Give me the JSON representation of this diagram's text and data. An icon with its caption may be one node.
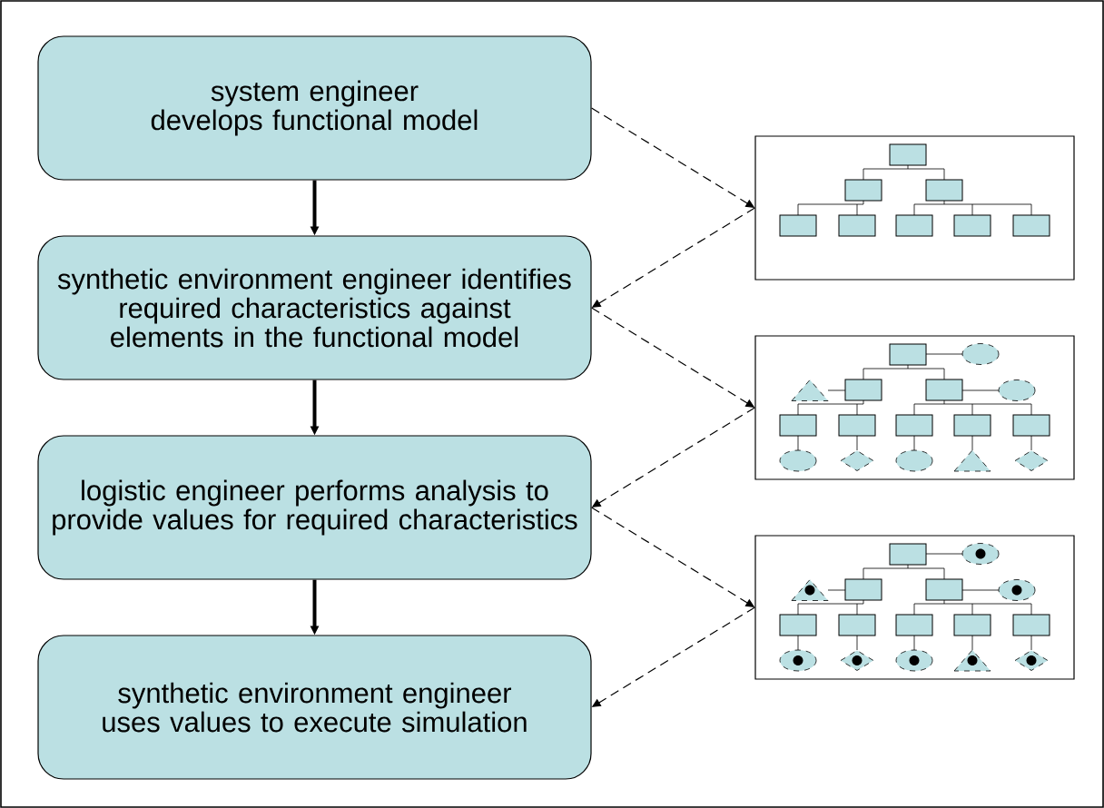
{
  "diagram": {
    "nodes": [
      {
        "text": [
          "system engineer develops functional model"
        ]
      },
      {
        "text": [
          "synthetic environment engineer identifies required characteristics against elements in the functional model"
        ]
      },
      {
        "text": [
          "logistic engineer performs analysis to provide values for required characteristics"
        ]
      },
      {
        "text": [
          "synthetic environment engineer uses values to execute simulation"
        ]
      },
      {
        "text": [],
        "shape": "picture"
      },
      {
        "text": [],
        "shape": "picture"
      },
      {
        "text": [],
        "shape": "picture"
      }
    ],
    "edges": [
      {
        "from": 0,
        "to": 1,
        "arrow": "to",
        "style": "thick"
      },
      {
        "from": 1,
        "to": 2,
        "arrow": "to",
        "style": "thick"
      },
      {
        "from": 2,
        "to": 3,
        "arrow": "to",
        "style": "thick"
      },
      {
        "from": 0,
        "to": 4,
        "arrow": "to",
        "style": "dashed"
      },
      {
        "from": 4,
        "to": 1,
        "arrow": "to",
        "style": "dashed"
      },
      {
        "from": 1,
        "to": 5,
        "arrow": "to",
        "style": "dashed"
      },
      {
        "from": 5,
        "to": 2,
        "arrow": "to",
        "style": "dashed"
      },
      {
        "from": 2,
        "to": 6,
        "arrow": "to",
        "style": "dashed"
      },
      {
        "from": 6,
        "to": 3,
        "arrow": "to",
        "style": "dashed"
      }
    ]
  }
}
